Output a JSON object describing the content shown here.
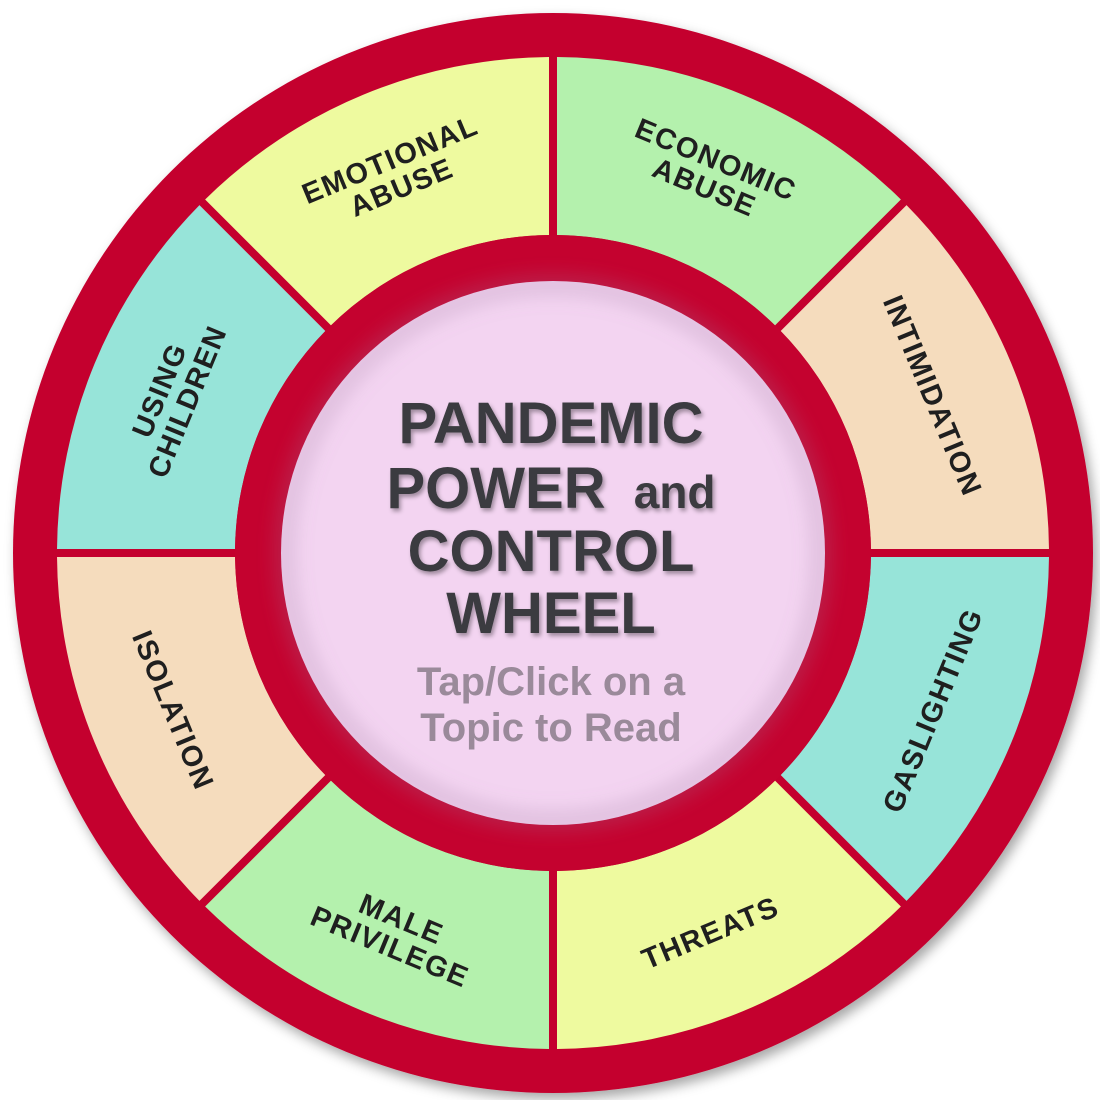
{
  "title": {
    "line1": "PANDEMIC",
    "line2_main": "POWER",
    "line2_small": "and",
    "line3": "CONTROL",
    "line4": "WHEEL"
  },
  "subtitle": {
    "line1": "Tap/Click on a",
    "line2": "Topic to Read"
  },
  "segments": [
    {
      "lines": [
        "ECONOMIC",
        "ABUSE"
      ],
      "color": "#b4f1ad"
    },
    {
      "lines": [
        "INTIMIDATION"
      ],
      "color": "#f5dcbd"
    },
    {
      "lines": [
        "GASLIGHTING"
      ],
      "color": "#97e4d9"
    },
    {
      "lines": [
        "THREATS"
      ],
      "color": "#eefa9f"
    },
    {
      "lines": [
        "MALE",
        "PRIVILEGE"
      ],
      "color": "#b4f1ad"
    },
    {
      "lines": [
        "ISOLATION"
      ],
      "color": "#f5dcbd"
    },
    {
      "lines": [
        "USING",
        "CHILDREN"
      ],
      "color": "#97e4d9"
    },
    {
      "lines": [
        "EMOTIONAL",
        "ABUSE"
      ],
      "color": "#eefa9f"
    }
  ],
  "colors": {
    "rim": "#c4022f",
    "hub": "#f3d4f1",
    "title_text": "#3a3a3f",
    "subtitle_text": "#9a8a9a"
  }
}
